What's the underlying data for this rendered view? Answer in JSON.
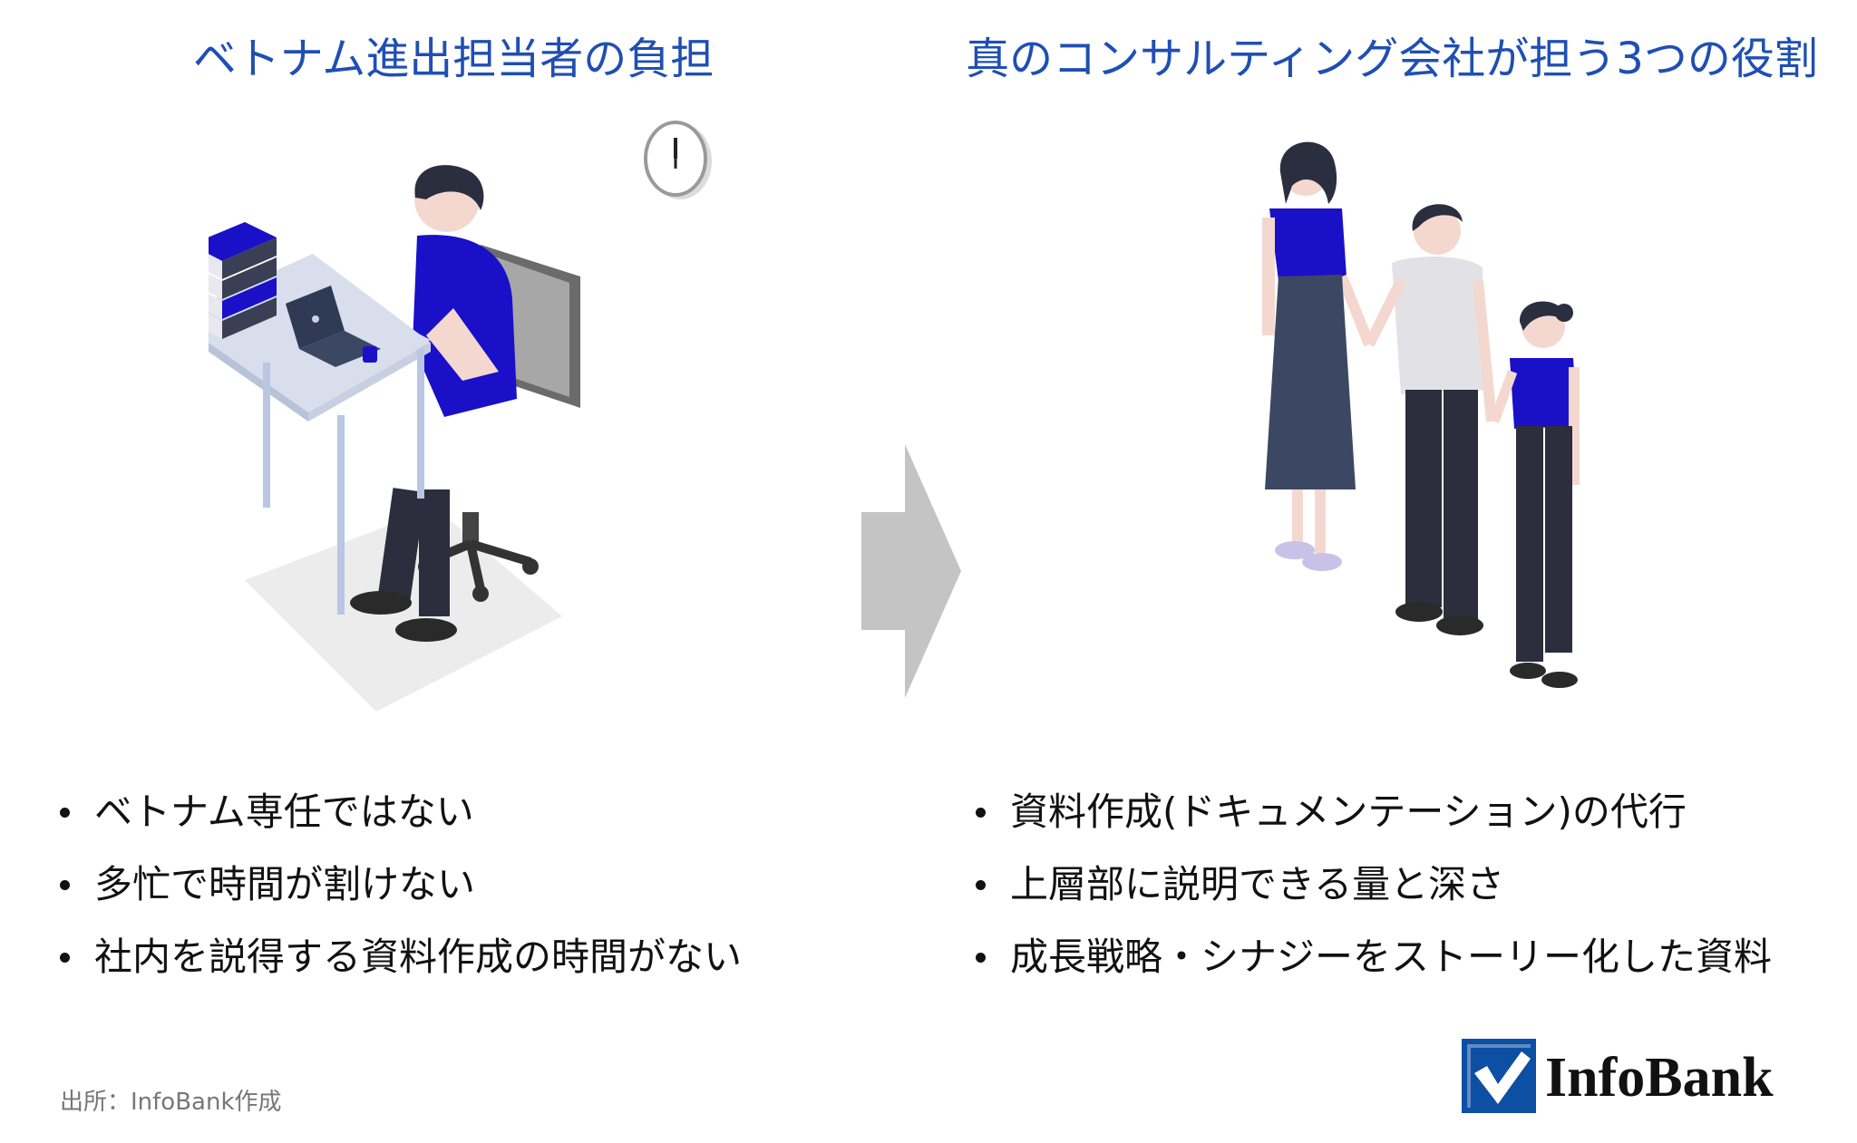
{
  "left": {
    "heading": "ベトナム進出担当者の負担",
    "bullets": [
      "ベトナム専任ではない",
      "多忙で時間が割けない",
      "社内を説得する資料作成の時間がない"
    ]
  },
  "right": {
    "heading": "真のコンサルティング会社が担う3つの役割",
    "bullets": [
      "資料作成(ドキュメンテーション)の代行",
      "上層部に説明できる量と深さ",
      "成長戦略・シナジーをストーリー化した資料"
    ]
  },
  "source_note": "出所：InfoBank作成",
  "logo": {
    "text": "InfoBank"
  },
  "colors": {
    "heading": "#1f4fb3",
    "accent_blue": "#1a10c8",
    "arrow": "#c4c4c4",
    "navy": "#2f3a55"
  },
  "icons": {
    "worker": "person-at-desk-illustration",
    "team": "three-people-holding-hands-illustration",
    "arrow": "right-arrow-icon",
    "logo": "checkmark-logo-icon"
  }
}
